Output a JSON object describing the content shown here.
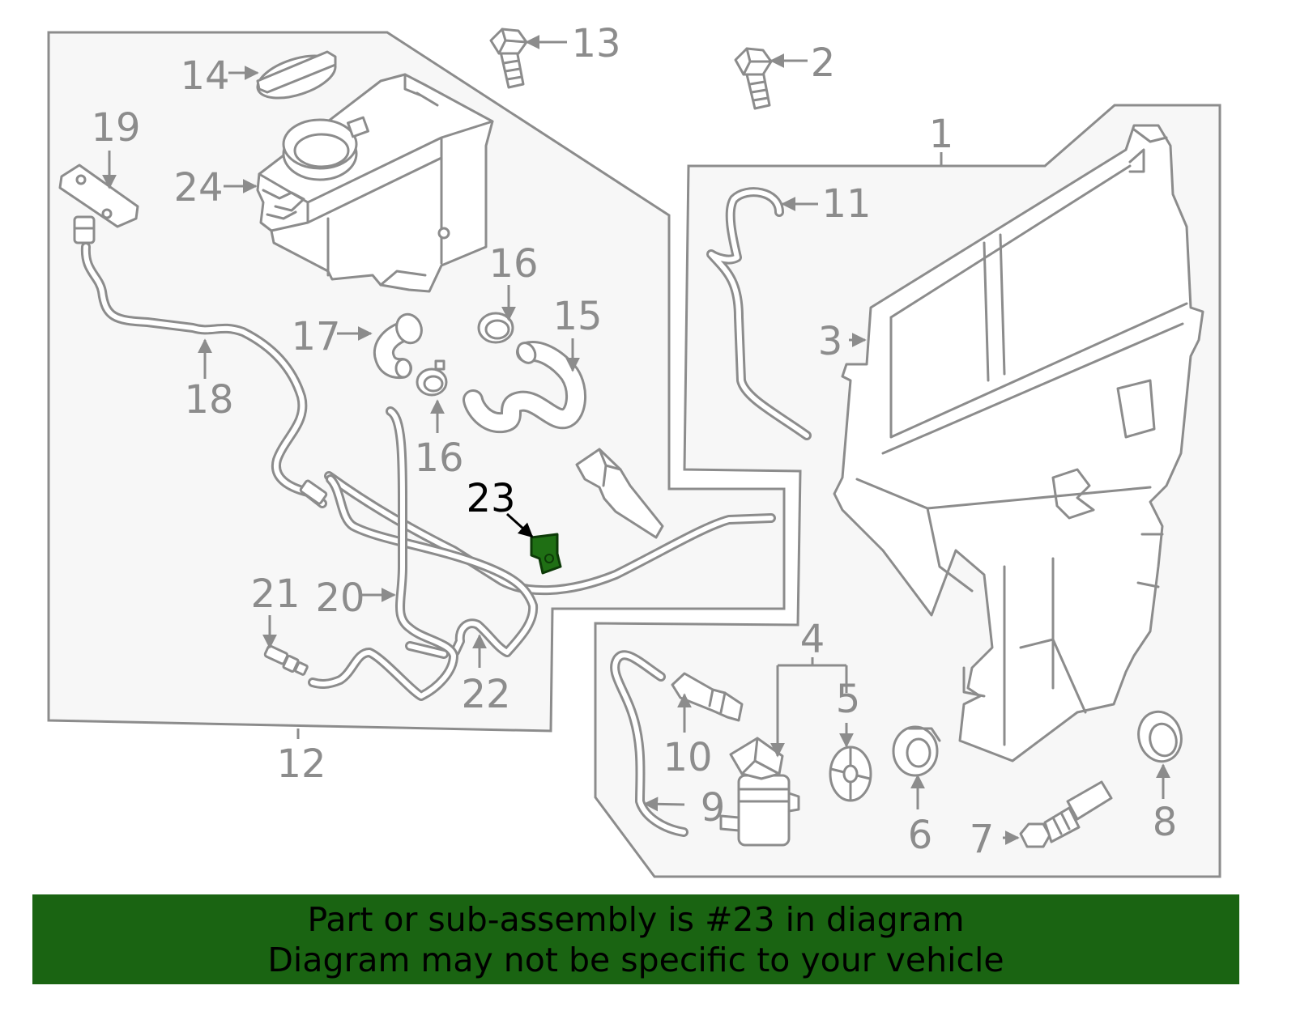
{
  "diagram": {
    "callouts": [
      "1",
      "2",
      "3",
      "4",
      "5",
      "6",
      "7",
      "8",
      "9",
      "10",
      "11",
      "12",
      "13",
      "14",
      "15",
      "16",
      "16",
      "17",
      "18",
      "19",
      "20",
      "21",
      "22",
      "23",
      "24"
    ]
  },
  "banner": {
    "line1": "Part or sub-assembly is #23 in diagram",
    "line2": "Diagram may not be specific to your vehicle"
  },
  "colors": {
    "line_art": "#8c8c8c",
    "panel_fill": "#f7f7f7",
    "highlighted_part": "#1f6f14",
    "highlighted_callout": "#000000",
    "banner_background": "#1a6412"
  }
}
